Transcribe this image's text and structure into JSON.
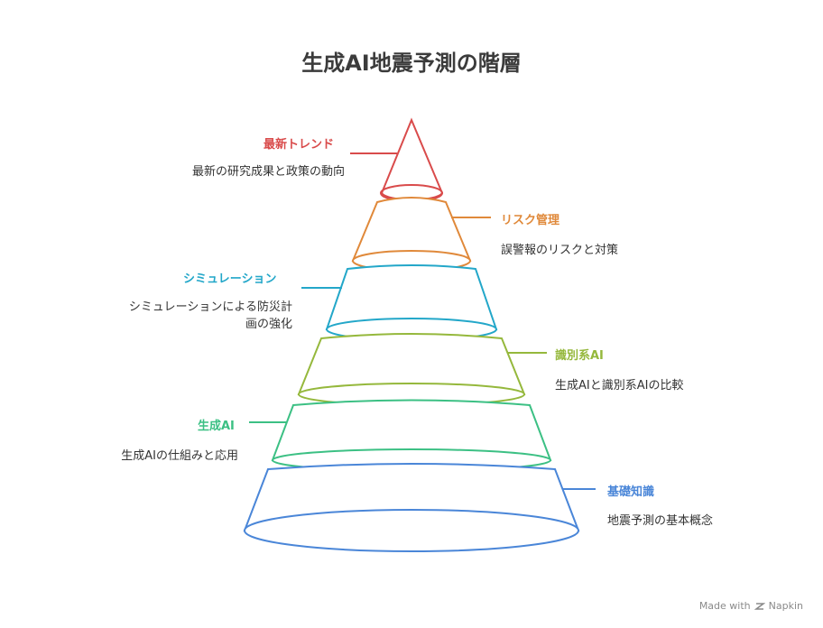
{
  "title": "生成AI地震予測の階層",
  "layers": [
    {
      "id": "trend",
      "label": "最新トレンド",
      "desc": "最新の研究成果と政策の動向",
      "color": "#d94b4b"
    },
    {
      "id": "risk",
      "label": "リスク管理",
      "desc": "誤警報のリスクと対策",
      "color": "#e0893a"
    },
    {
      "id": "sim",
      "label": "シミュレーション",
      "desc": "シミュレーションによる防災計画の強化",
      "color": "#23a7c9"
    },
    {
      "id": "ident",
      "label": "識別系AI",
      "desc": "生成AIと識別系AIの比較",
      "color": "#95b83c"
    },
    {
      "id": "gen",
      "label": "生成AI",
      "desc": "生成AIの仕組みと応用",
      "color": "#3cc084"
    },
    {
      "id": "base",
      "label": "基礎知識",
      "desc": "地震予測の基本概念",
      "color": "#4a86d8"
    }
  ],
  "footer": {
    "made_with": "Made with",
    "brand": "Napkin",
    "icon": "napkin-logo-icon"
  }
}
